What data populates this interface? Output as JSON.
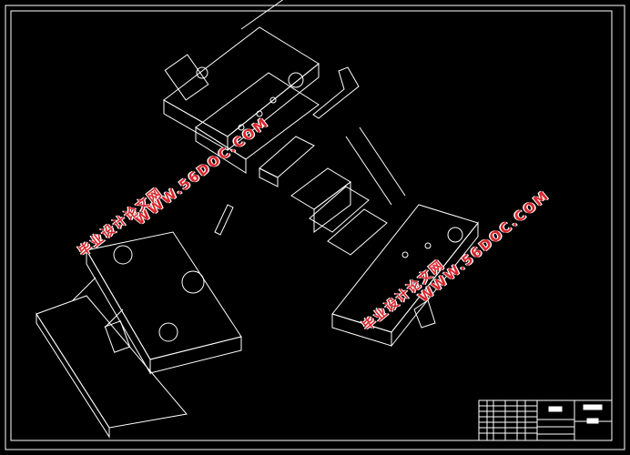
{
  "drawing": {
    "description_type": "exploded-assembly-mold-drawing",
    "colors": {
      "background": "#000000",
      "lines": "#ffffff",
      "watermark": "#d8262c"
    }
  },
  "watermarks": [
    {
      "cn": "毕业设计论文网",
      "url": "WWW.56DOC.COM"
    },
    {
      "cn": "毕业设计论文网",
      "url": "WWW.56DOC.COM"
    }
  ]
}
